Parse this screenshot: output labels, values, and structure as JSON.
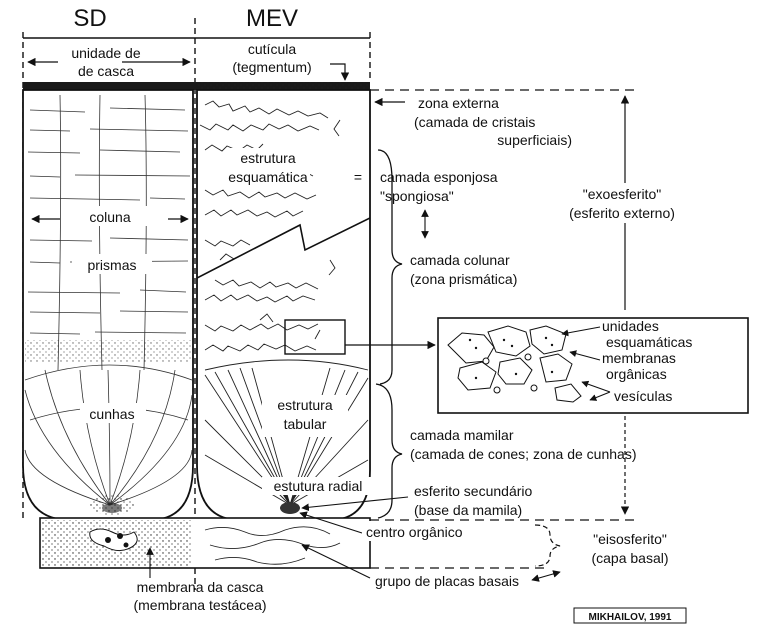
{
  "headers": {
    "sd": "SD",
    "mev": "MEV"
  },
  "left": {
    "unit_line1": "unidade de",
    "unit_line2": "de casca",
    "coluna": "coluna",
    "prismas": "prismas",
    "cunhas": "cunhas"
  },
  "center": {
    "cuticula_line1": "cutícula",
    "cuticula_line2": "(tegmentum)",
    "estrutura_esq_line1": "estrutura",
    "estrutura_esq_line2": "esquamática",
    "equals": "=",
    "estrutura_tab_line1": "estrutura",
    "estrutura_tab_line2": "tabular",
    "estutura_radial": "estutura radial"
  },
  "right": {
    "zona_externa_line1": "zona externa",
    "zona_externa_line2": "(camada de cristais",
    "zona_externa_line3": "superficiais)",
    "esponjosa_line1": "camada esponjosa",
    "esponjosa_line2": "\"spongiosa\"",
    "colunar_line1": "camada colunar",
    "colunar_line2": "(zona prismática)",
    "exo_line1": "\"exoesferito\"",
    "exo_line2": "(esferito externo)",
    "mamilar_line1": "camada mamilar",
    "mamilar_line2": "(camada de cones; zona de cunhas)",
    "secundario_line1": "esferito secundário",
    "secundario_line2": "(base da mamila)",
    "centro_organico": "centro orgânico",
    "eiso_line1": "\"eisosferito\"",
    "eiso_line2": "(capa basal)",
    "grupo_placas": "grupo de placas basais"
  },
  "inset": {
    "unidades_line1": "unidades",
    "unidades_line2": "esquamáticas",
    "membranas_line1": "membranas",
    "membranas_line2": "orgânicas",
    "vesiculas": "vesículas"
  },
  "bottom": {
    "membrana_line1": "membrana da casca",
    "membrana_line2": "(membrana testácea)"
  },
  "credit": "MIKHAILOV, 1991"
}
